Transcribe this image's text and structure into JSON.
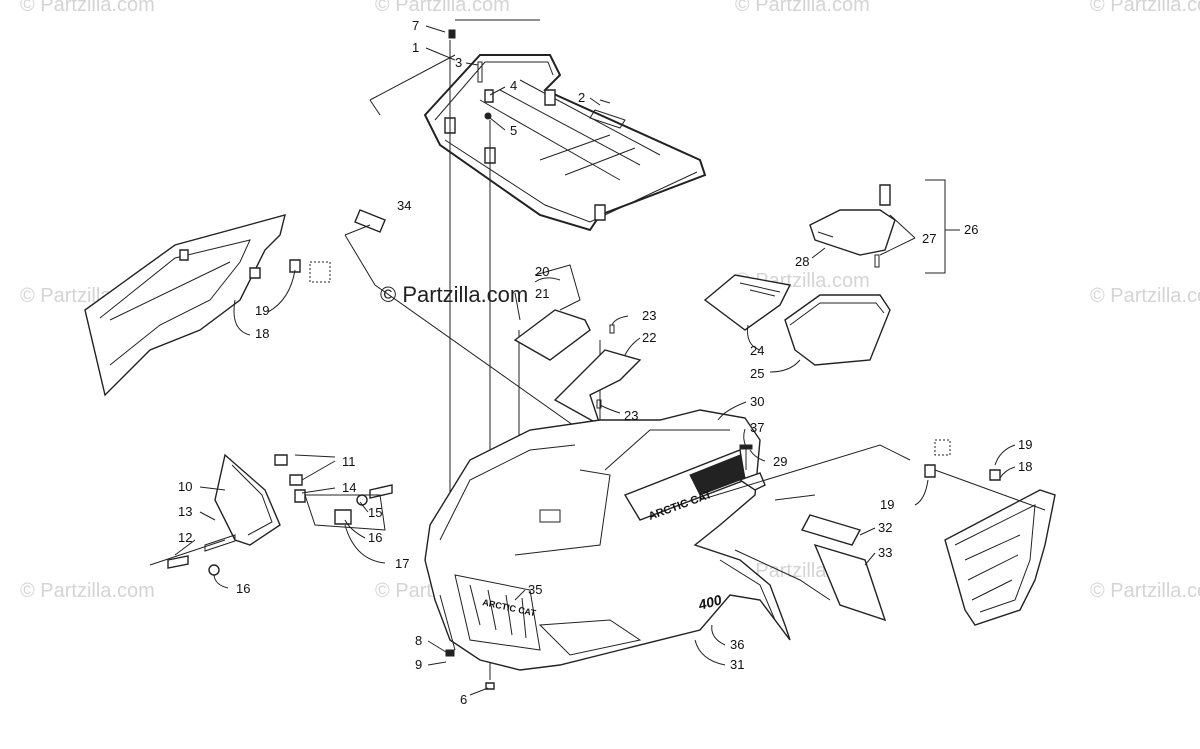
{
  "watermarks": {
    "main": "© Partzilla.com",
    "faint": "© Partzilla.com"
  },
  "callouts": {
    "c1": "1",
    "c2": "2",
    "c3": "3",
    "c4": "4",
    "c5": "5",
    "c6": "6",
    "c7": "7",
    "c8": "8",
    "c9": "9",
    "c10": "10",
    "c11": "11",
    "c12": "12",
    "c13": "13",
    "c14": "14",
    "c15": "15",
    "c16a": "16",
    "c16b": "16",
    "c17": "17",
    "c18a": "18",
    "c18b": "18",
    "c19a": "19",
    "c19b": "19",
    "c19c": "19",
    "c20": "20",
    "c21": "21",
    "c22": "22",
    "c23a": "23",
    "c23b": "23",
    "c24": "24",
    "c25": "25",
    "c26": "26",
    "c27": "27",
    "c28": "28",
    "c29": "29",
    "c30": "30",
    "c31": "31",
    "c32": "32",
    "c33": "33",
    "c34": "34",
    "c35": "35",
    "c36": "36",
    "c37": "37"
  },
  "decals": {
    "brand": "ARCTIC CAT",
    "model": "400"
  }
}
